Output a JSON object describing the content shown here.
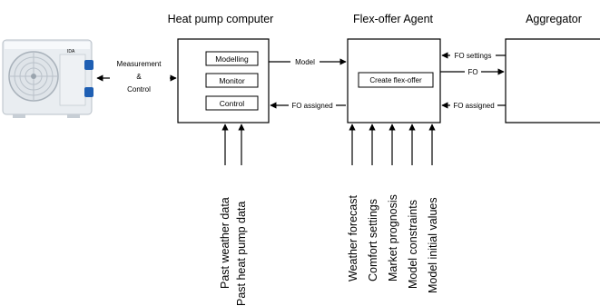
{
  "titles": {
    "heat_pump_computer": "Heat pump computer",
    "flex_offer_agent": "Flex-offer Agent",
    "aggregator": "Aggregator"
  },
  "heat_pump_boxes": {
    "modelling": "Modelling",
    "monitor": "Monitor",
    "control": "Control"
  },
  "agent_box": {
    "create_flex_offer": "Create flex-offer"
  },
  "connections": {
    "measurement": "Measurement",
    "ampersand": "&",
    "control": "Control",
    "model": "Model",
    "fo_assigned_left": "FO assigned",
    "fo_settings": "FO settings",
    "fo": "FO",
    "fo_assigned_right": "FO assigned"
  },
  "heat_pump_inputs": [
    "Past weather data",
    "Past heat pump data"
  ],
  "agent_inputs": [
    "Weather forecast",
    "Comfort settings",
    "Market prognosis",
    "Model constraints",
    "Model initial values"
  ],
  "device": {
    "brand_text": "IDA"
  }
}
